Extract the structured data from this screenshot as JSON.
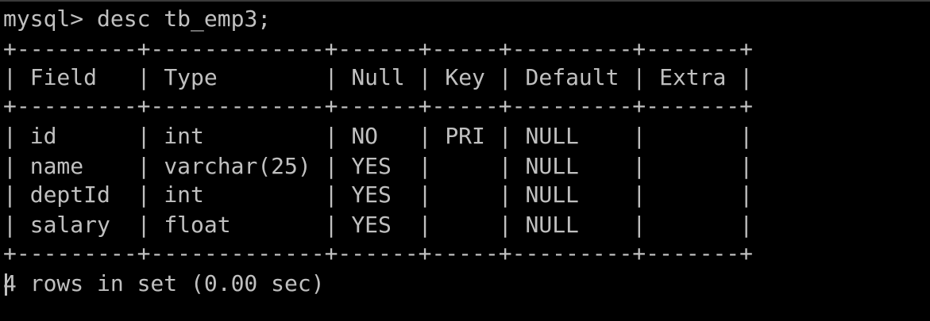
{
  "terminal": {
    "prompt": "mysql>",
    "command": "desc tb_emp3;",
    "border": "+---------+-------------+------+-----+---------+-------+",
    "columns": [
      "Field",
      "Type",
      "Null",
      "Key",
      "Default",
      "Extra"
    ],
    "rows": [
      [
        "id",
        "int",
        "NO",
        "PRI",
        "NULL",
        ""
      ],
      [
        "name",
        "varchar(25)",
        "YES",
        "",
        "NULL",
        ""
      ],
      [
        "deptId",
        "int",
        "YES",
        "",
        "NULL",
        ""
      ],
      [
        "salary",
        "float",
        "YES",
        "",
        "NULL",
        ""
      ]
    ],
    "summary": "4 rows in set (0.00 sec)"
  },
  "colors": {
    "background": "#000000",
    "text": "#c0c0c0"
  }
}
